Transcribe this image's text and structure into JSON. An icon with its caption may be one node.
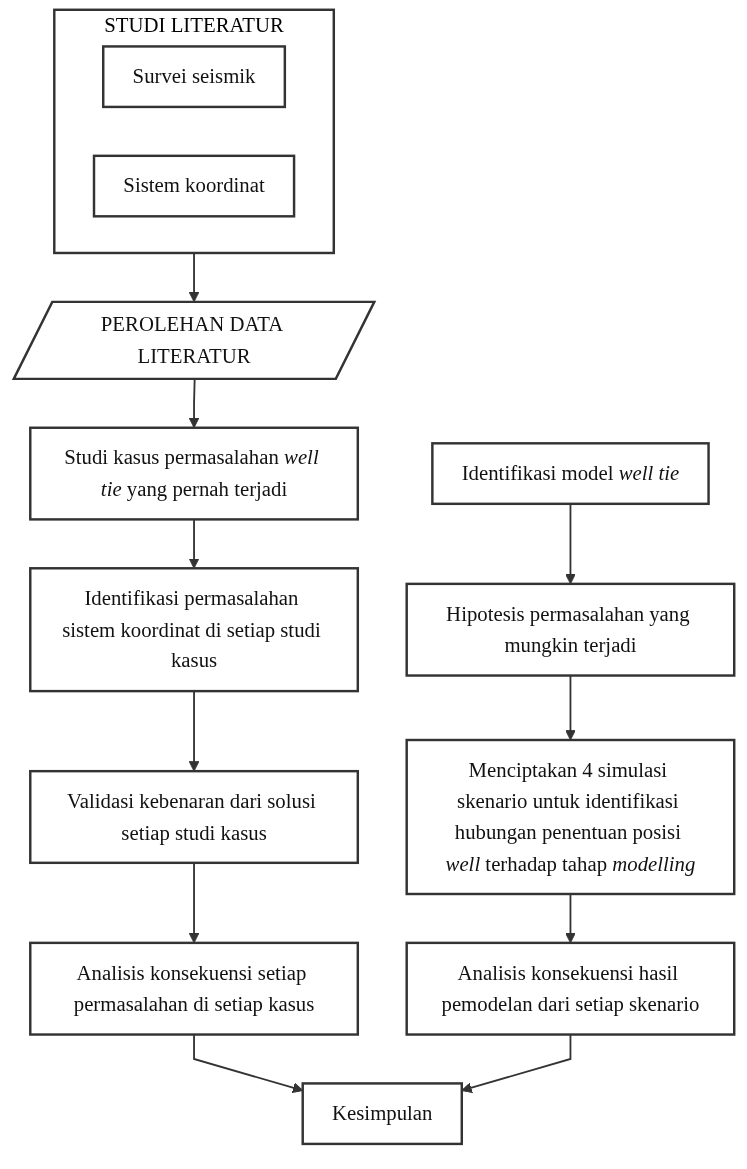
{
  "diagram": {
    "nodes": [
      {
        "text": [
          "STUDI LITERATUR"
        ]
      },
      {
        "text": [
          "Survei seismik"
        ],
        "in": 0
      },
      {
        "text": [
          "Sistem koordinat"
        ],
        "in": 0
      },
      {
        "text": [
          "PEROLEHAN DATA LITERATUR"
        ]
      },
      {
        "text": [
          "Studi kasus permasalahan *well tie* yang pernah terjadi"
        ]
      },
      {
        "text": [
          "Identifikasi permasalahan sistem koordinat di setiap studi kasus"
        ]
      },
      {
        "text": [
          "Validasi kebenaran dari solusi setiap studi kasus"
        ]
      },
      {
        "text": [
          "Analisis konsekuensi setiap permasalahan di setiap kasus"
        ]
      },
      {
        "text": [
          "Identifikasi model *well tie*"
        ]
      },
      {
        "text": [
          "Hipotesis permasalahan yang mungkin terjadi"
        ]
      },
      {
        "text": [
          "Menciptakan 4 simulasi skenario untuk identifikasi hubungan penentuan posisi *well* terhadap tahap *modelling*"
        ]
      },
      {
        "text": [
          "Analisis konsekuensi hasil pemodelan dari setiap skenario"
        ]
      },
      {
        "text": [
          "Kesimpulan"
        ]
      }
    ],
    "edges": [
      {
        "from": 0,
        "to": 3,
        "arrow": "to"
      },
      {
        "from": 3,
        "to": 4,
        "arrow": "to"
      },
      {
        "from": 4,
        "to": 5,
        "arrow": "to"
      },
      {
        "from": 5,
        "to": 6,
        "arrow": "to"
      },
      {
        "from": 6,
        "to": 7,
        "arrow": "to"
      },
      {
        "from": 7,
        "to": 12,
        "arrow": "to"
      },
      {
        "from": 8,
        "to": 9,
        "arrow": "to"
      },
      {
        "from": 9,
        "to": 10,
        "arrow": "to"
      },
      {
        "from": 10,
        "to": 11,
        "arrow": "to"
      },
      {
        "from": 11,
        "to": 12,
        "arrow": "to"
      }
    ]
  }
}
